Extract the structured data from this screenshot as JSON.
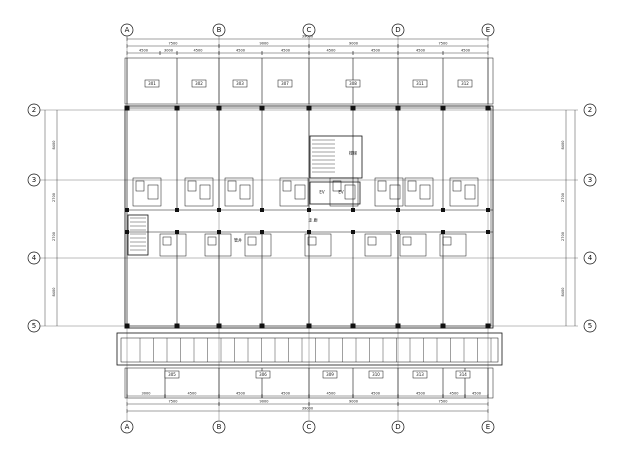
{
  "column_axes": [
    "A",
    "B",
    "C",
    "D",
    "E"
  ],
  "row_axes": [
    "2",
    "3",
    "4",
    "5"
  ],
  "top_dimensions": {
    "overall": "39000",
    "row1": [
      "7500",
      "9000",
      "9000",
      "7500"
    ],
    "row2": [
      "4500",
      "3000",
      "4500",
      "4500",
      "4500",
      "4500",
      "4500",
      "4500",
      "4500"
    ]
  },
  "bottom_dimensions": {
    "overall": "39000",
    "row1": [
      "7500",
      "9000",
      "9000",
      "7500"
    ],
    "row2": [
      "3000",
      "4500",
      "4500",
      "4500",
      "4500",
      "4500",
      "4500",
      "4500",
      "4500"
    ]
  },
  "left_dimensions": [
    "8400",
    "2700",
    "2700",
    "8400"
  ],
  "right_dimensions": [
    "8400",
    "2700",
    "2700",
    "8400"
  ],
  "room_tags_top": [
    "301",
    "302",
    "303",
    "307",
    "308",
    "311",
    "312"
  ],
  "room_tags_bottom": [
    "305",
    "306",
    "309",
    "310",
    "313",
    "314"
  ],
  "labels": {
    "corridor": "走 廊",
    "elevator_1": "EV",
    "elevator_2": "EV",
    "stair_label": "楼梯",
    "equip_label": "管井"
  },
  "colors": {
    "line": "#111111",
    "background": "#ffffff"
  }
}
